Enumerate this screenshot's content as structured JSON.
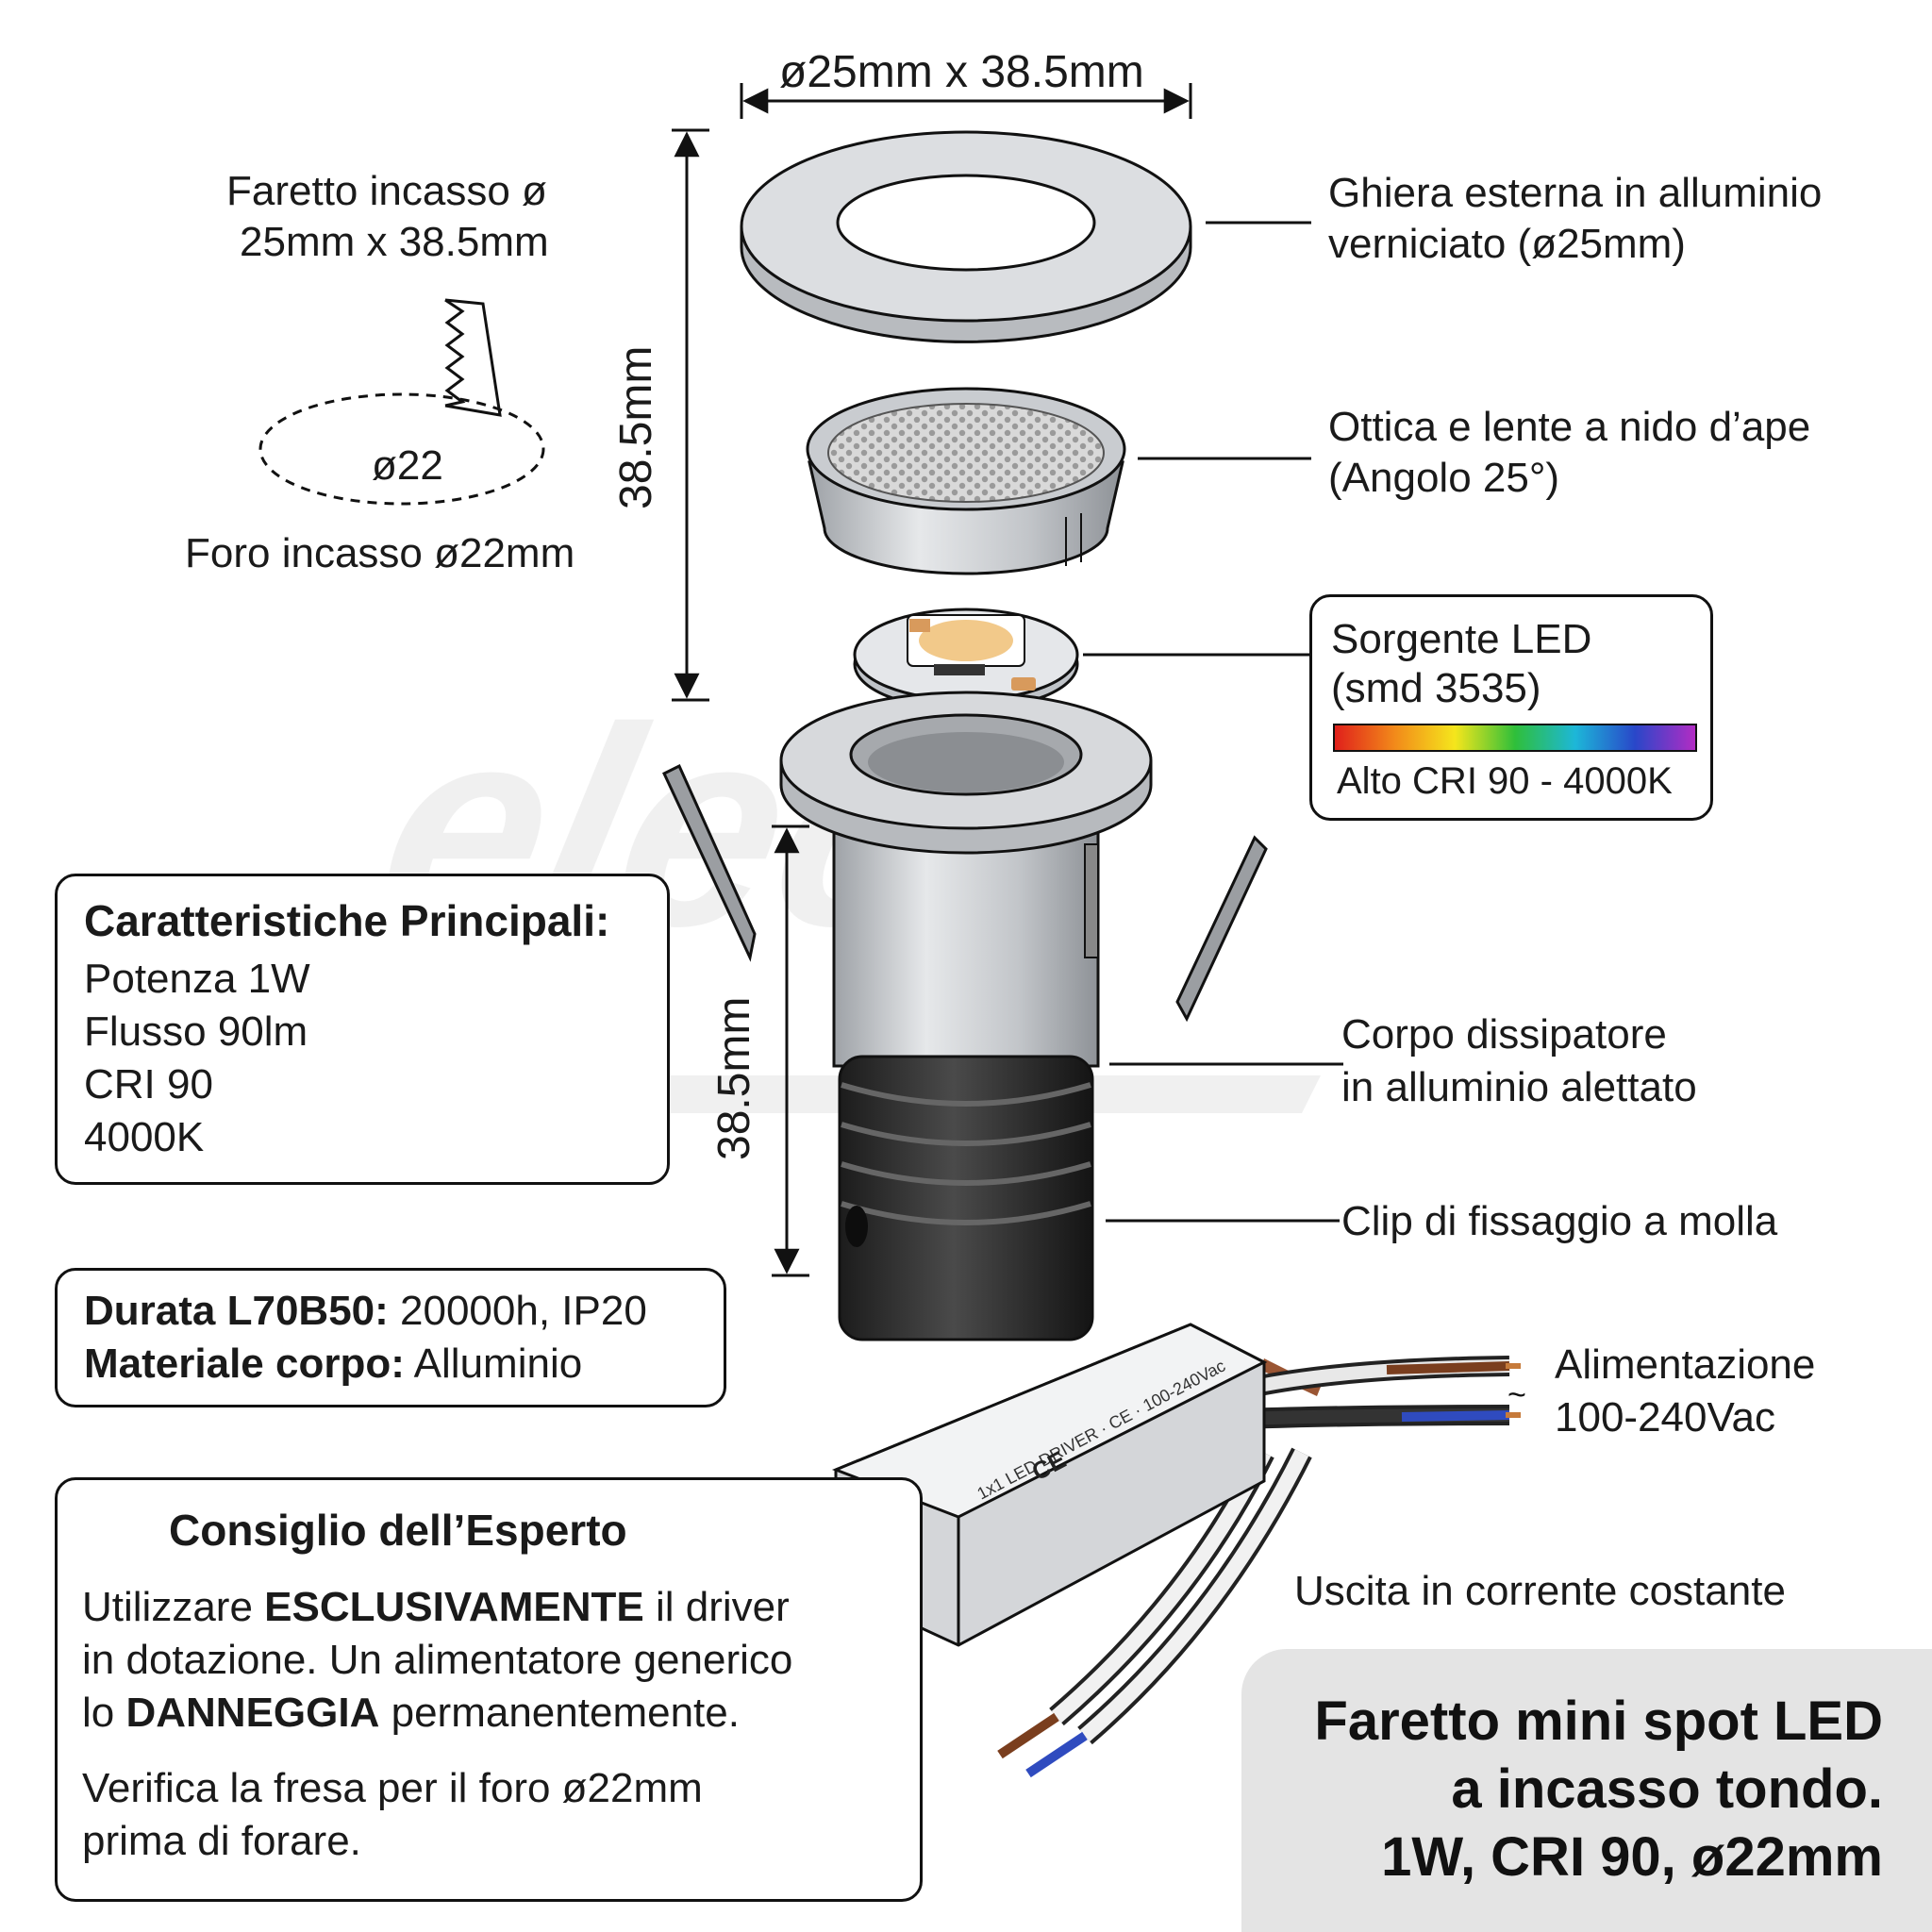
{
  "dimensions": {
    "top_width": "ø25mm x 38.5mm",
    "height_upper": "38.5mm",
    "height_lower": "38.5mm"
  },
  "cutout": {
    "title_line1": "Faretto incasso ø",
    "title_line2": "25mm x 38.5mm",
    "hole_label": "ø22",
    "hole_caption": "Foro incasso ø22mm"
  },
  "callouts": {
    "ring_line1": "Ghiera esterna in alluminio",
    "ring_line2": "verniciato (ø25mm)",
    "optic_line1": "Ottica e lente a nido d’ape",
    "optic_line2": "(Angolo 25°)",
    "led_line1": "Sorgente LED",
    "led_line2": "(smd 3535)",
    "led_spectrum": "Alto CRI 90 - 4000K",
    "body_line1": "Corpo dissipatore",
    "body_line2": "in alluminio alettato",
    "clip": "Clip di fissaggio a molla",
    "power_line1": "Alimentazione",
    "power_line2": "100-240Vac",
    "output": "Uscita in corrente costante"
  },
  "specs": {
    "heading": "Caratteristiche Principali:",
    "items": [
      "Potenza 1W",
      "Flusso 90lm",
      "CRI 90",
      "4000K"
    ]
  },
  "lifetime": {
    "label1": "Durata L70B50:",
    "value1": " 20000h, IP20",
    "label2": "Materiale corpo:",
    "value2": " Alluminio"
  },
  "tip": {
    "heading": "Consiglio dell’Esperto",
    "p1_a": "Utilizzare ",
    "p1_b": "ESCLUSIVAMENTE",
    "p1_c": " il driver",
    "p1_line2": "in dotazione. Un alimentatore generico",
    "p1_d": "lo ",
    "p1_e": "DANNEGGIA",
    "p1_f": " permanentemente.",
    "p2_line1": "Verifica la fresa per il foro ø22mm",
    "p2_line2": "prima di forare."
  },
  "product_title": {
    "line1": "Faretto mini spot LED",
    "line2": "a incasso tondo.",
    "line3": "1W, CRI 90, ø22mm"
  },
  "colors": {
    "outline": "#111111",
    "aluminium": "#cfd1d4",
    "heatsink": "#2a2a2a",
    "led": "#f2c98a",
    "title_panel": "#e4e4e4",
    "warning": "#f5c400"
  }
}
